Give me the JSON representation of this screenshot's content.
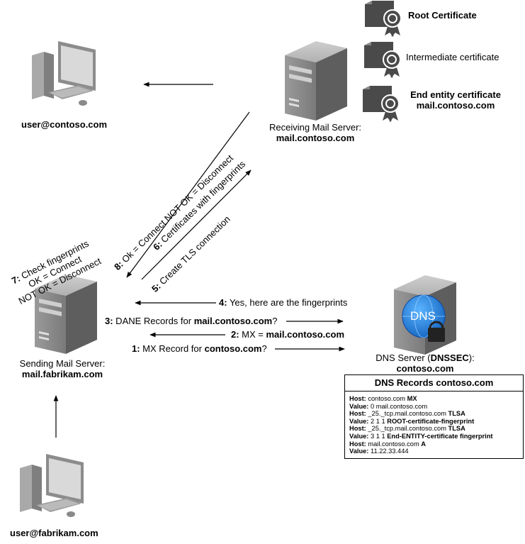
{
  "user_contoso": "user@contoso.com",
  "user_fabrikam": "user@fabrikam.com",
  "receiving": {
    "prefix": "Receiving Mail Server:",
    "host": "mail.contoso.com"
  },
  "sending": {
    "prefix": "Sending Mail Server:",
    "host": "mail.fabrikam.com"
  },
  "dns_server": {
    "prefix": "DNS Server (",
    "bold": "DNSSEC",
    "suffix": "):",
    "host": "contoso.com",
    "badge": "DNS"
  },
  "certs": {
    "root": "Root Certificate",
    "intermediate": "Intermediate certificate",
    "end_line1": "End entity certificate",
    "end_line2": "mail.contoso.com"
  },
  "steps": {
    "s1": {
      "num": "1:",
      "text": " MX Record for ",
      "bold": "contoso.com",
      "tail": "?"
    },
    "s2": {
      "num": "2:",
      "text": " MX = ",
      "bold": "mail.contoso.com"
    },
    "s3": {
      "num": "3:",
      "text": " DANE Records for ",
      "bold": "mail.contoso.com",
      "tail": "?"
    },
    "s4": {
      "num": "4:",
      "text": " Yes, here are the fingerprints"
    },
    "s5": {
      "num": "5:",
      "text": " Create TLS connection"
    },
    "s6": {
      "num": "6:",
      "text": " Certificates with fingerprints"
    },
    "s7": {
      "num": "7:",
      "line1": " Check fingerprints",
      "line2": "OK = Connect",
      "line3": "NOT OK = Disconnect"
    },
    "s8": {
      "num": "8:",
      "text": " Ok = Connect NOT OK = Disconnect"
    }
  },
  "dns_records": {
    "title": "DNS Records contoso.com",
    "rows": [
      {
        "label": "Host:",
        "value": " contoso.com ",
        "bold": "MX"
      },
      {
        "label": "Value:",
        "value": " 0 mail.contoso.com",
        "bold": ""
      },
      {
        "label": "Host:",
        "value": " _25._tcp.mail.contoso.com ",
        "bold": "TLSA"
      },
      {
        "label": "Value:",
        "value": " 2 1 1 ",
        "bold": "ROOT-certificate-fingerprint"
      },
      {
        "label": "Host:",
        "value": " _25._tcp.mail.contoso.com ",
        "bold": "TLSA"
      },
      {
        "label": "Value:",
        "value": " 3 1 1 ",
        "bold": "End-ENTITY-certificate fingerprint"
      },
      {
        "label": "Host:",
        "value": " mail.contoso.com ",
        "bold": "A"
      },
      {
        "label": "Value:",
        "value": " 11.22.33.444",
        "bold": ""
      }
    ]
  }
}
